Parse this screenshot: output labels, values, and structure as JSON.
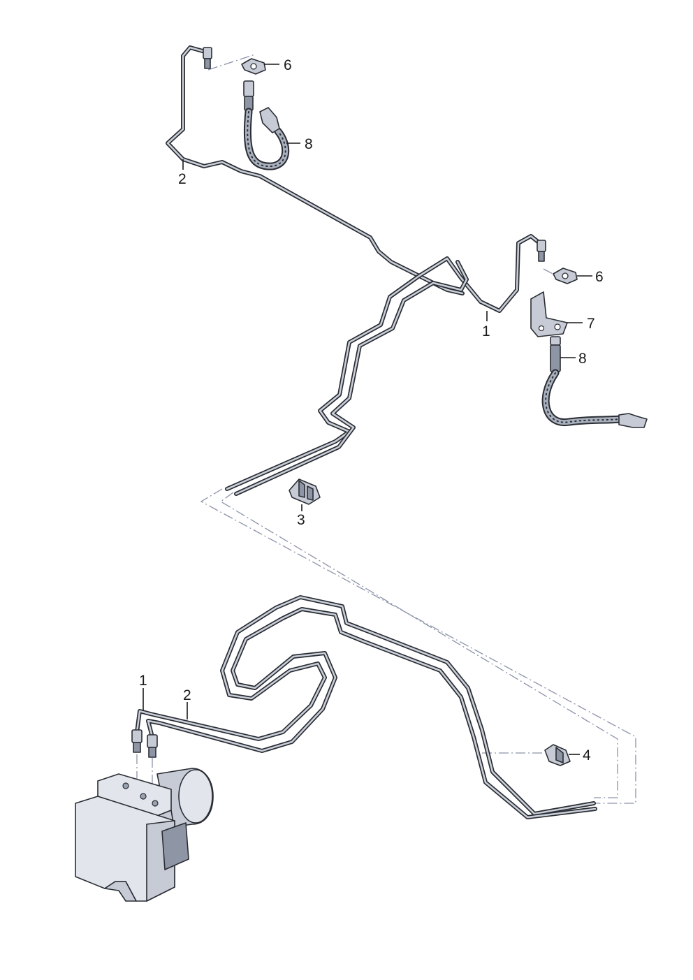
{
  "diagram": {
    "type": "exploded parts diagram",
    "callouts": {
      "c1_upper": "1",
      "c1_lower": "1",
      "c2_upper": "2",
      "c2_lower": "2",
      "c3": "3",
      "c4": "4",
      "c6_left": "6",
      "c6_right": "6",
      "c7": "7",
      "c8_left": "8",
      "c8_right": "8"
    }
  }
}
